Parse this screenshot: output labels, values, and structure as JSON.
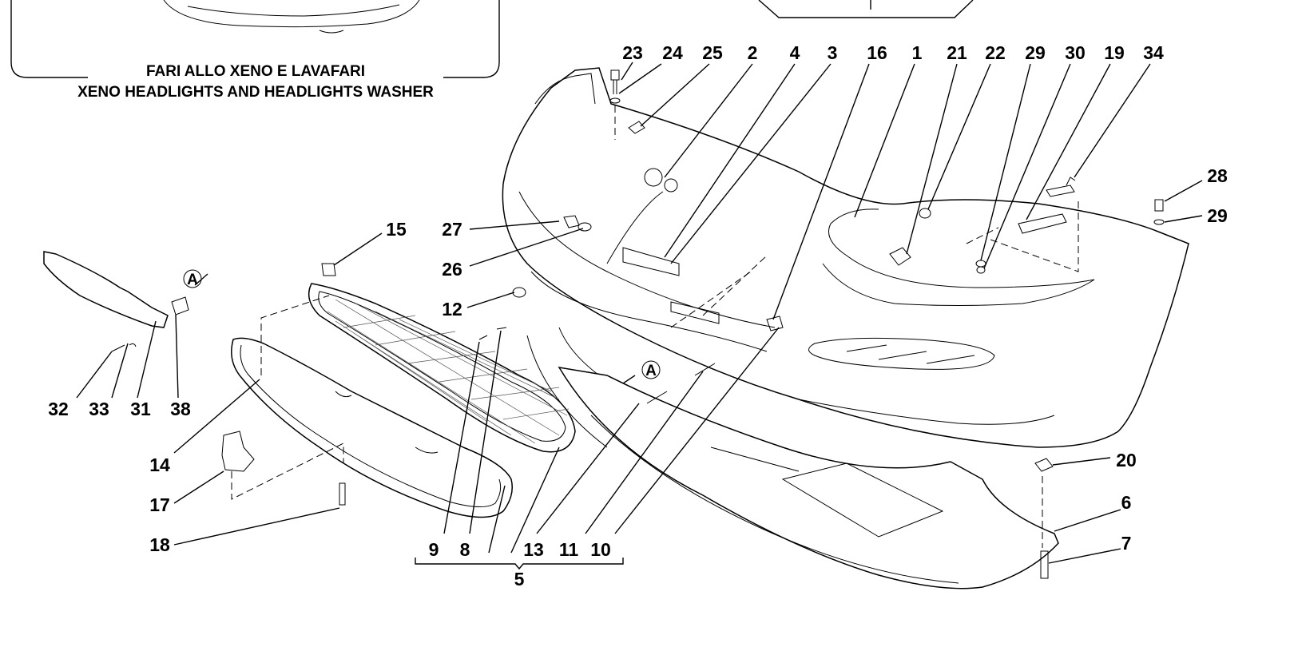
{
  "inset_caption": {
    "line1": "FARI ALLO XENO E LAVAFARI",
    "line2": "XENO HEADLIGHTS AND HEADLIGHTS WASHER"
  },
  "callouts": {
    "n23": "23",
    "n24": "24",
    "n25": "25",
    "n2": "2",
    "n4": "4",
    "n3": "3",
    "n16": "16",
    "n1": "1",
    "n21": "21",
    "n22": "22",
    "n29a": "29",
    "n30": "30",
    "n19": "19",
    "n34": "34",
    "n28": "28",
    "n29b": "29",
    "n27": "27",
    "n26": "26",
    "n15": "15",
    "n12": "12",
    "n32": "32",
    "n33": "33",
    "n31": "31",
    "n38": "38",
    "n14": "14",
    "n17": "17",
    "n18": "18",
    "n9": "9",
    "n8": "8",
    "n13": "13",
    "n11": "11",
    "n10": "10",
    "n5": "5",
    "n20": "20",
    "n6": "6",
    "n7": "7"
  },
  "ref_marks": {
    "a1": "A",
    "a2": "A"
  }
}
